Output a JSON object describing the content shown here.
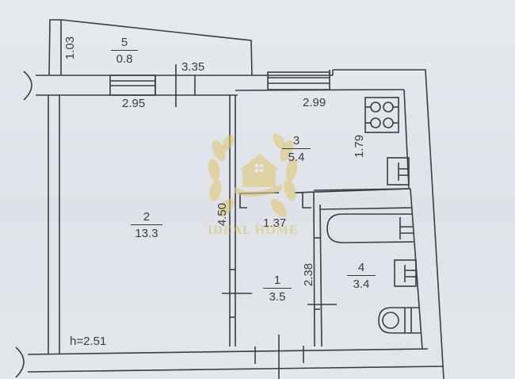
{
  "plan": {
    "ceiling_height": "h=2.51",
    "rooms": [
      {
        "id": "1",
        "area": "3.5"
      },
      {
        "id": "2",
        "area": "13.3"
      },
      {
        "id": "3",
        "area": "5.4"
      },
      {
        "id": "4",
        "area": "3.4"
      },
      {
        "id": "5",
        "area": "0.8"
      }
    ],
    "dimensions": {
      "balcony_depth": "1.03",
      "room2_width": "2.95",
      "overall_top": "3.35",
      "kitchen_width": "2.99",
      "kitchen_depth": "1.79",
      "room2_length": "4.50",
      "hall_width": "1.37",
      "hall_length": "2.38"
    },
    "fixtures": [
      "stove-icon",
      "kitchen-sink-icon",
      "bathtub-icon",
      "bathroom-sink-icon",
      "toilet-icon",
      "window-icon",
      "door-icon"
    ]
  },
  "watermark": {
    "text": "IDEAL HOME",
    "color": "#dec46e"
  },
  "colors": {
    "line": "#3a3d42",
    "paper": "#e4e7ec"
  }
}
